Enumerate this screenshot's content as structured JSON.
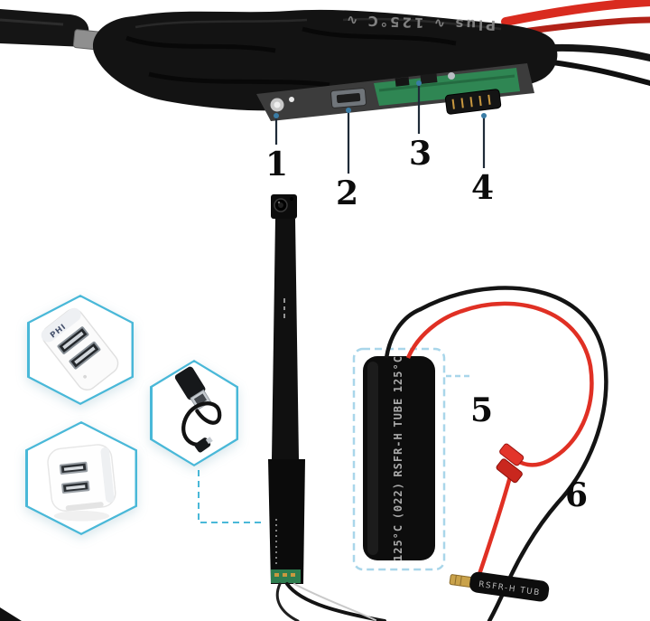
{
  "scene": {
    "background": "#ffffff"
  },
  "callouts": [
    {
      "label": "1",
      "target": "power-button"
    },
    {
      "label": "2",
      "target": "micro-usb-port"
    },
    {
      "label": "3",
      "target": "main-circuit-board"
    },
    {
      "label": "4",
      "target": "pin-connector"
    },
    {
      "label": "5",
      "target": "battery-pack"
    },
    {
      "label": "6",
      "target": "wrapped-module"
    }
  ],
  "device": {
    "marking": "Plus   ∿ 125°C ∿"
  },
  "battery": {
    "tokens": [
      "125°C",
      "(022)",
      "RSFR-H",
      "TUBE",
      "125°C"
    ]
  },
  "charger": {
    "brand": "PHI"
  },
  "small_module": {
    "marking": "RSFR-H TUB"
  },
  "colors": {
    "accent_cyan": "#49b8d8",
    "wire_red": "#e03024",
    "pcb_green": "#2f8653",
    "callout_blue": "#a9d6ea",
    "body_black": "#111111"
  }
}
